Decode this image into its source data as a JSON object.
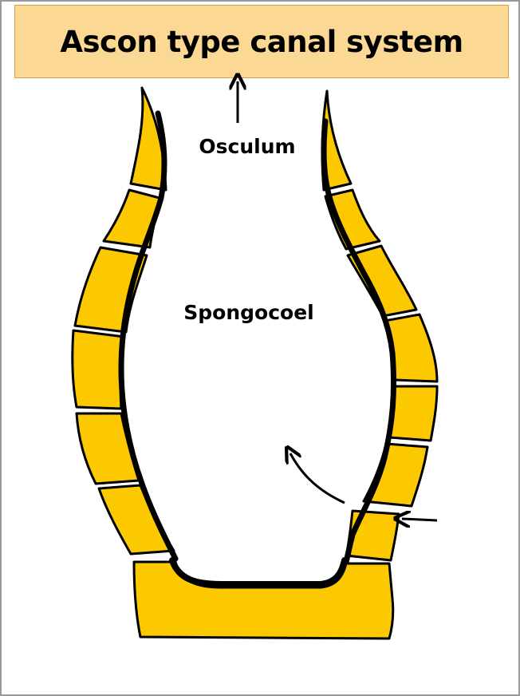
{
  "title": "Ascon type canal system",
  "labels": {
    "osculum": "Osculum",
    "spongocoel": "Spongocoel"
  },
  "colors": {
    "title_background": "#fbd894",
    "wall_fill": "#fcc800",
    "wall_outline": "#000000",
    "page_border": "#9a9a9a"
  },
  "icons": {
    "osculum_arrow": "arrow-up-icon",
    "water_inflow_arrow": "arrow-left-icon",
    "water_flow_arrow": "curved-arrow-icon"
  }
}
